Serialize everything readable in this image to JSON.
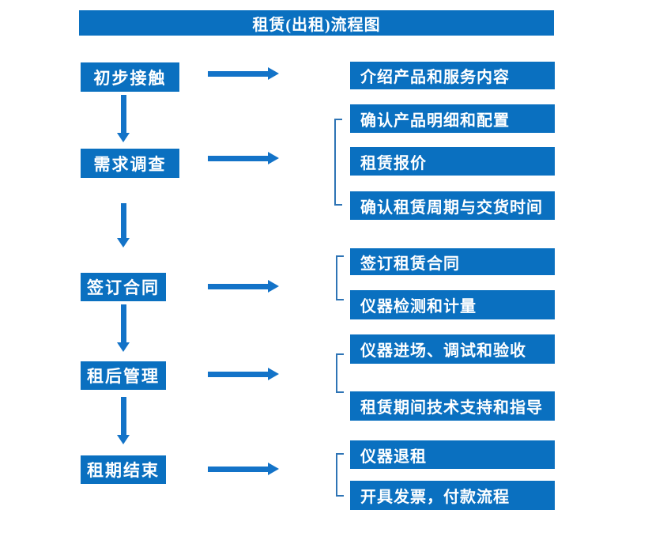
{
  "title": "租赁(出租)流程图",
  "colors": {
    "box_fill": "#0a70c0",
    "arrow_fill": "#1373c8",
    "bracket_stroke": "#2e74b5",
    "text_on_blue": "#ffffff",
    "page_bg": "#ffffff"
  },
  "flow": [
    {
      "stage": "初步接触",
      "details": [
        "介绍产品和服务内容"
      ]
    },
    {
      "stage": "需求调查",
      "details": [
        "确认产品明细和配置",
        "租赁报价",
        "确认租赁周期与交货时间"
      ]
    },
    {
      "stage": "签订合同",
      "details": [
        "签订租赁合同",
        "仪器检测和计量"
      ]
    },
    {
      "stage": "租后管理",
      "details": [
        "仪器进场、调试和验收",
        "租赁期间技术支持和指导"
      ]
    },
    {
      "stage": "租期结束",
      "details": [
        "仪器退租",
        "开具发票，付款流程"
      ]
    }
  ]
}
